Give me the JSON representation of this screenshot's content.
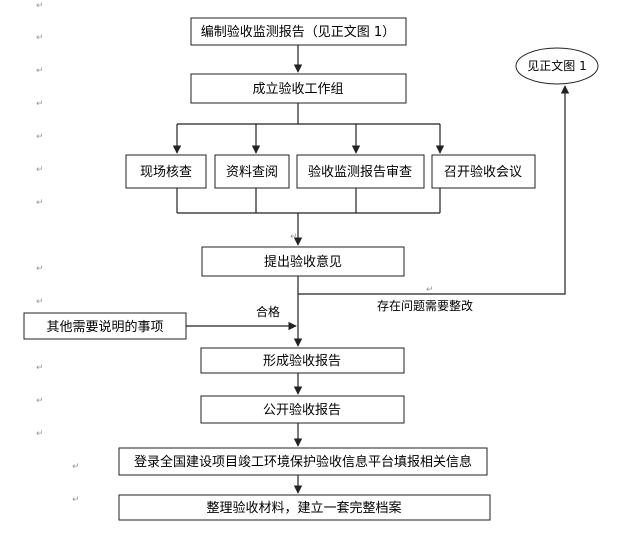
{
  "boxes": {
    "prepare_report": "编制验收监测报告（见正文图 1）",
    "form_group": "成立验收工作组",
    "site_check": "现场核查",
    "doc_review": "资料查阅",
    "report_review": "验收监测报告审查",
    "meeting": "召开验收会议",
    "opinion": "提出验收意见",
    "other_matters": "其他需要说明的事项",
    "form_report": "形成验收报告",
    "publish_report": "公开验收报告",
    "register_info": "登录全国建设项目竣工环境保护验收信息平台填报相关信息",
    "archive": "整理验收材料，建立一套完整档案"
  },
  "ellipse_label": "见正文图 1",
  "edge_labels": {
    "pass": "合格",
    "rectify": "存在问题需要整改"
  },
  "paragraph_mark": "↵"
}
